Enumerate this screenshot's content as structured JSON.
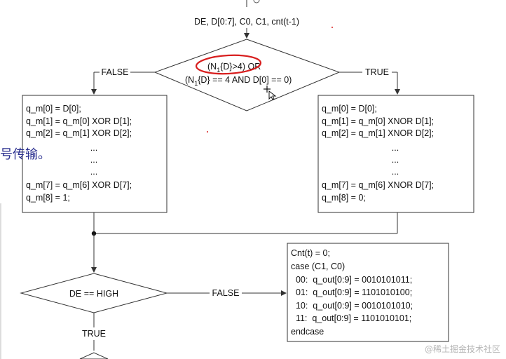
{
  "colors": {
    "line": "#333333",
    "text": "#111111",
    "annotation_red": "#d81f1f",
    "side_text": "#2a2f8f",
    "watermark": "#b5b5b5"
  },
  "icons": [
    "cursor-move-icon"
  ],
  "top_label": "DE, D[0:7], C0, C1, cnt(t-1)",
  "decision1": {
    "line1_left": "(N",
    "line1_sub": "1",
    "line1_right": "{D}>4) OR",
    "line2_left": "(N",
    "line2_sub": "1",
    "line2_right": "{D} == 4 AND D[0] == 0)",
    "false_label": "FALSE",
    "true_label": "TRUE"
  },
  "left_box": [
    "q_m[0] = D[0];",
    "q_m[1] = q_m[0] XOR D[1];",
    "q_m[2] = q_m[1] XOR D[2];",
    "...",
    "...",
    "...",
    "q_m[7] = q_m[6] XOR D[7];",
    "q_m[8] = 1;"
  ],
  "right_box": [
    "q_m[0] = D[0];",
    "q_m[1] = q_m[0] XNOR D[1];",
    "q_m[2] = q_m[1] XNOR D[2];",
    "...",
    "...",
    "...",
    "q_m[7] = q_m[6] XNOR D[7];",
    "q_m[8] = 0;"
  ],
  "decision2": {
    "label": "DE == HIGH",
    "false_label": "FALSE",
    "true_label": "TRUE"
  },
  "case_box": [
    "Cnt(t) = 0;",
    "case (C1, C0)",
    "  00:  q_out[0:9] = 0010101011;",
    "  01:  q_out[0:9] = 1101010100;",
    "  10:  q_out[0:9] = 0010101010;",
    "  11:  q_out[0:9] = 1101010101;",
    "endcase"
  ],
  "side_text": "号传输。",
  "watermark": "@稀土掘金技术社区"
}
